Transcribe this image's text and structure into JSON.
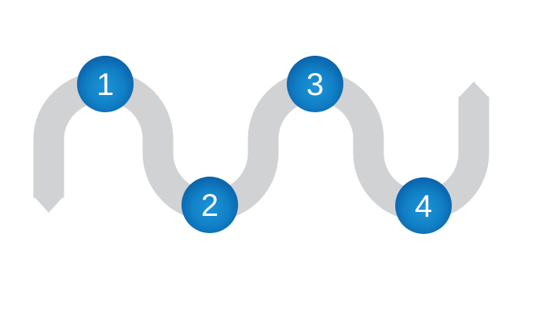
{
  "diagram": {
    "type": "serpentine-roadmap",
    "background_color": "#ffffff",
    "path": {
      "color": "#d0d2d4",
      "thickness": 39,
      "start_cap": "pointed-down",
      "end_cap": "pointed-up"
    },
    "ball": {
      "color_center": "#1e93d6",
      "color_mid": "#1181c7",
      "color_edge": "#0a5fa7",
      "label_color": "#ffffff"
    },
    "milestones": [
      {
        "label": "1",
        "position": "peak"
      },
      {
        "label": "2",
        "position": "valley"
      },
      {
        "label": "3",
        "position": "peak"
      },
      {
        "label": "4",
        "position": "valley"
      }
    ]
  }
}
